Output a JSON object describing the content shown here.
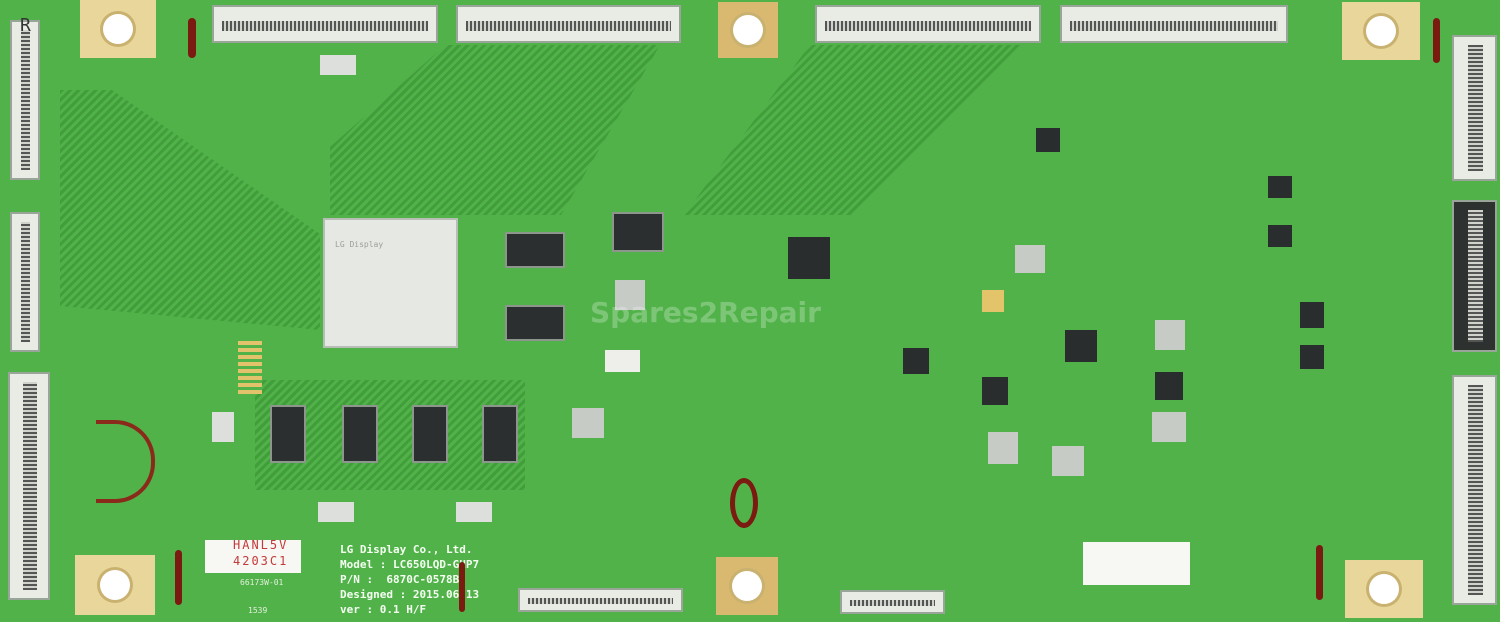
{
  "board": {
    "corner_mark": "R",
    "silkscreen": {
      "manufacturer": "LG Display Co., Ltd.",
      "model": "Model : LC650LQD-GHP7",
      "part_number": "P/N :  6870C-0578B",
      "designed": "Designed : 2015.06.13",
      "version": "ver : 0.1 H/F"
    },
    "sticker": {
      "line1": "HANL5V",
      "line2": "4203C1"
    },
    "small_print": {
      "code": "66173W-01",
      "batch": "1539"
    },
    "main_chip_text": "LG Display",
    "watermark": "Spares2Repair",
    "colors": {
      "pcb": "#52b24a",
      "gold": "#e9d69a",
      "marker": "#7a1a10"
    }
  }
}
